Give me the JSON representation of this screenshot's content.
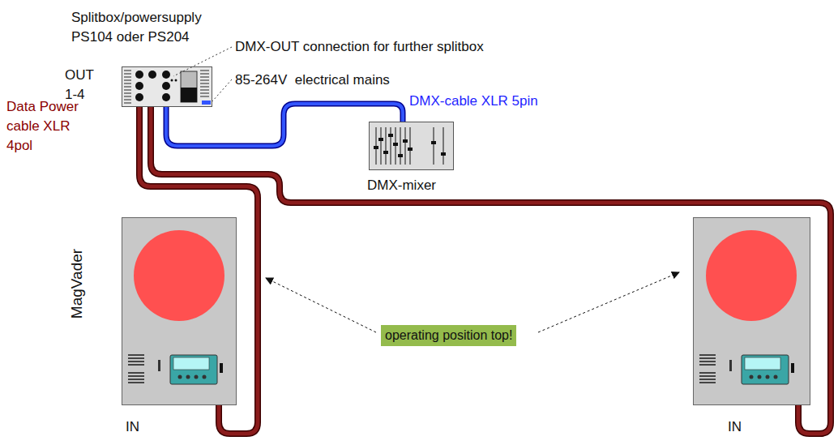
{
  "diagram": {
    "nodes": [
      {
        "text": [
          "Splitbox/powersupply PS104 oder PS204",
          "OUT 1-4"
        ]
      },
      {
        "text": [
          "DMX-mixer"
        ]
      },
      {
        "text": [
          "MagVader",
          "IN"
        ]
      },
      {
        "text": [
          "IN"
        ]
      }
    ],
    "edges": [
      {
        "from": 0,
        "to": 1,
        "arrow": "none",
        "label": "DMX-cable XLR 5pin"
      },
      {
        "from": 0,
        "to": 2,
        "arrow": "none"
      },
      {
        "from": 0,
        "to": 3,
        "arrow": "none"
      }
    ],
    "labels": [
      "DMX-OUT connection for further splitbox",
      "85-264V  electrical mains",
      "Data Power cable XLR 4pol",
      "operating position top!"
    ]
  }
}
